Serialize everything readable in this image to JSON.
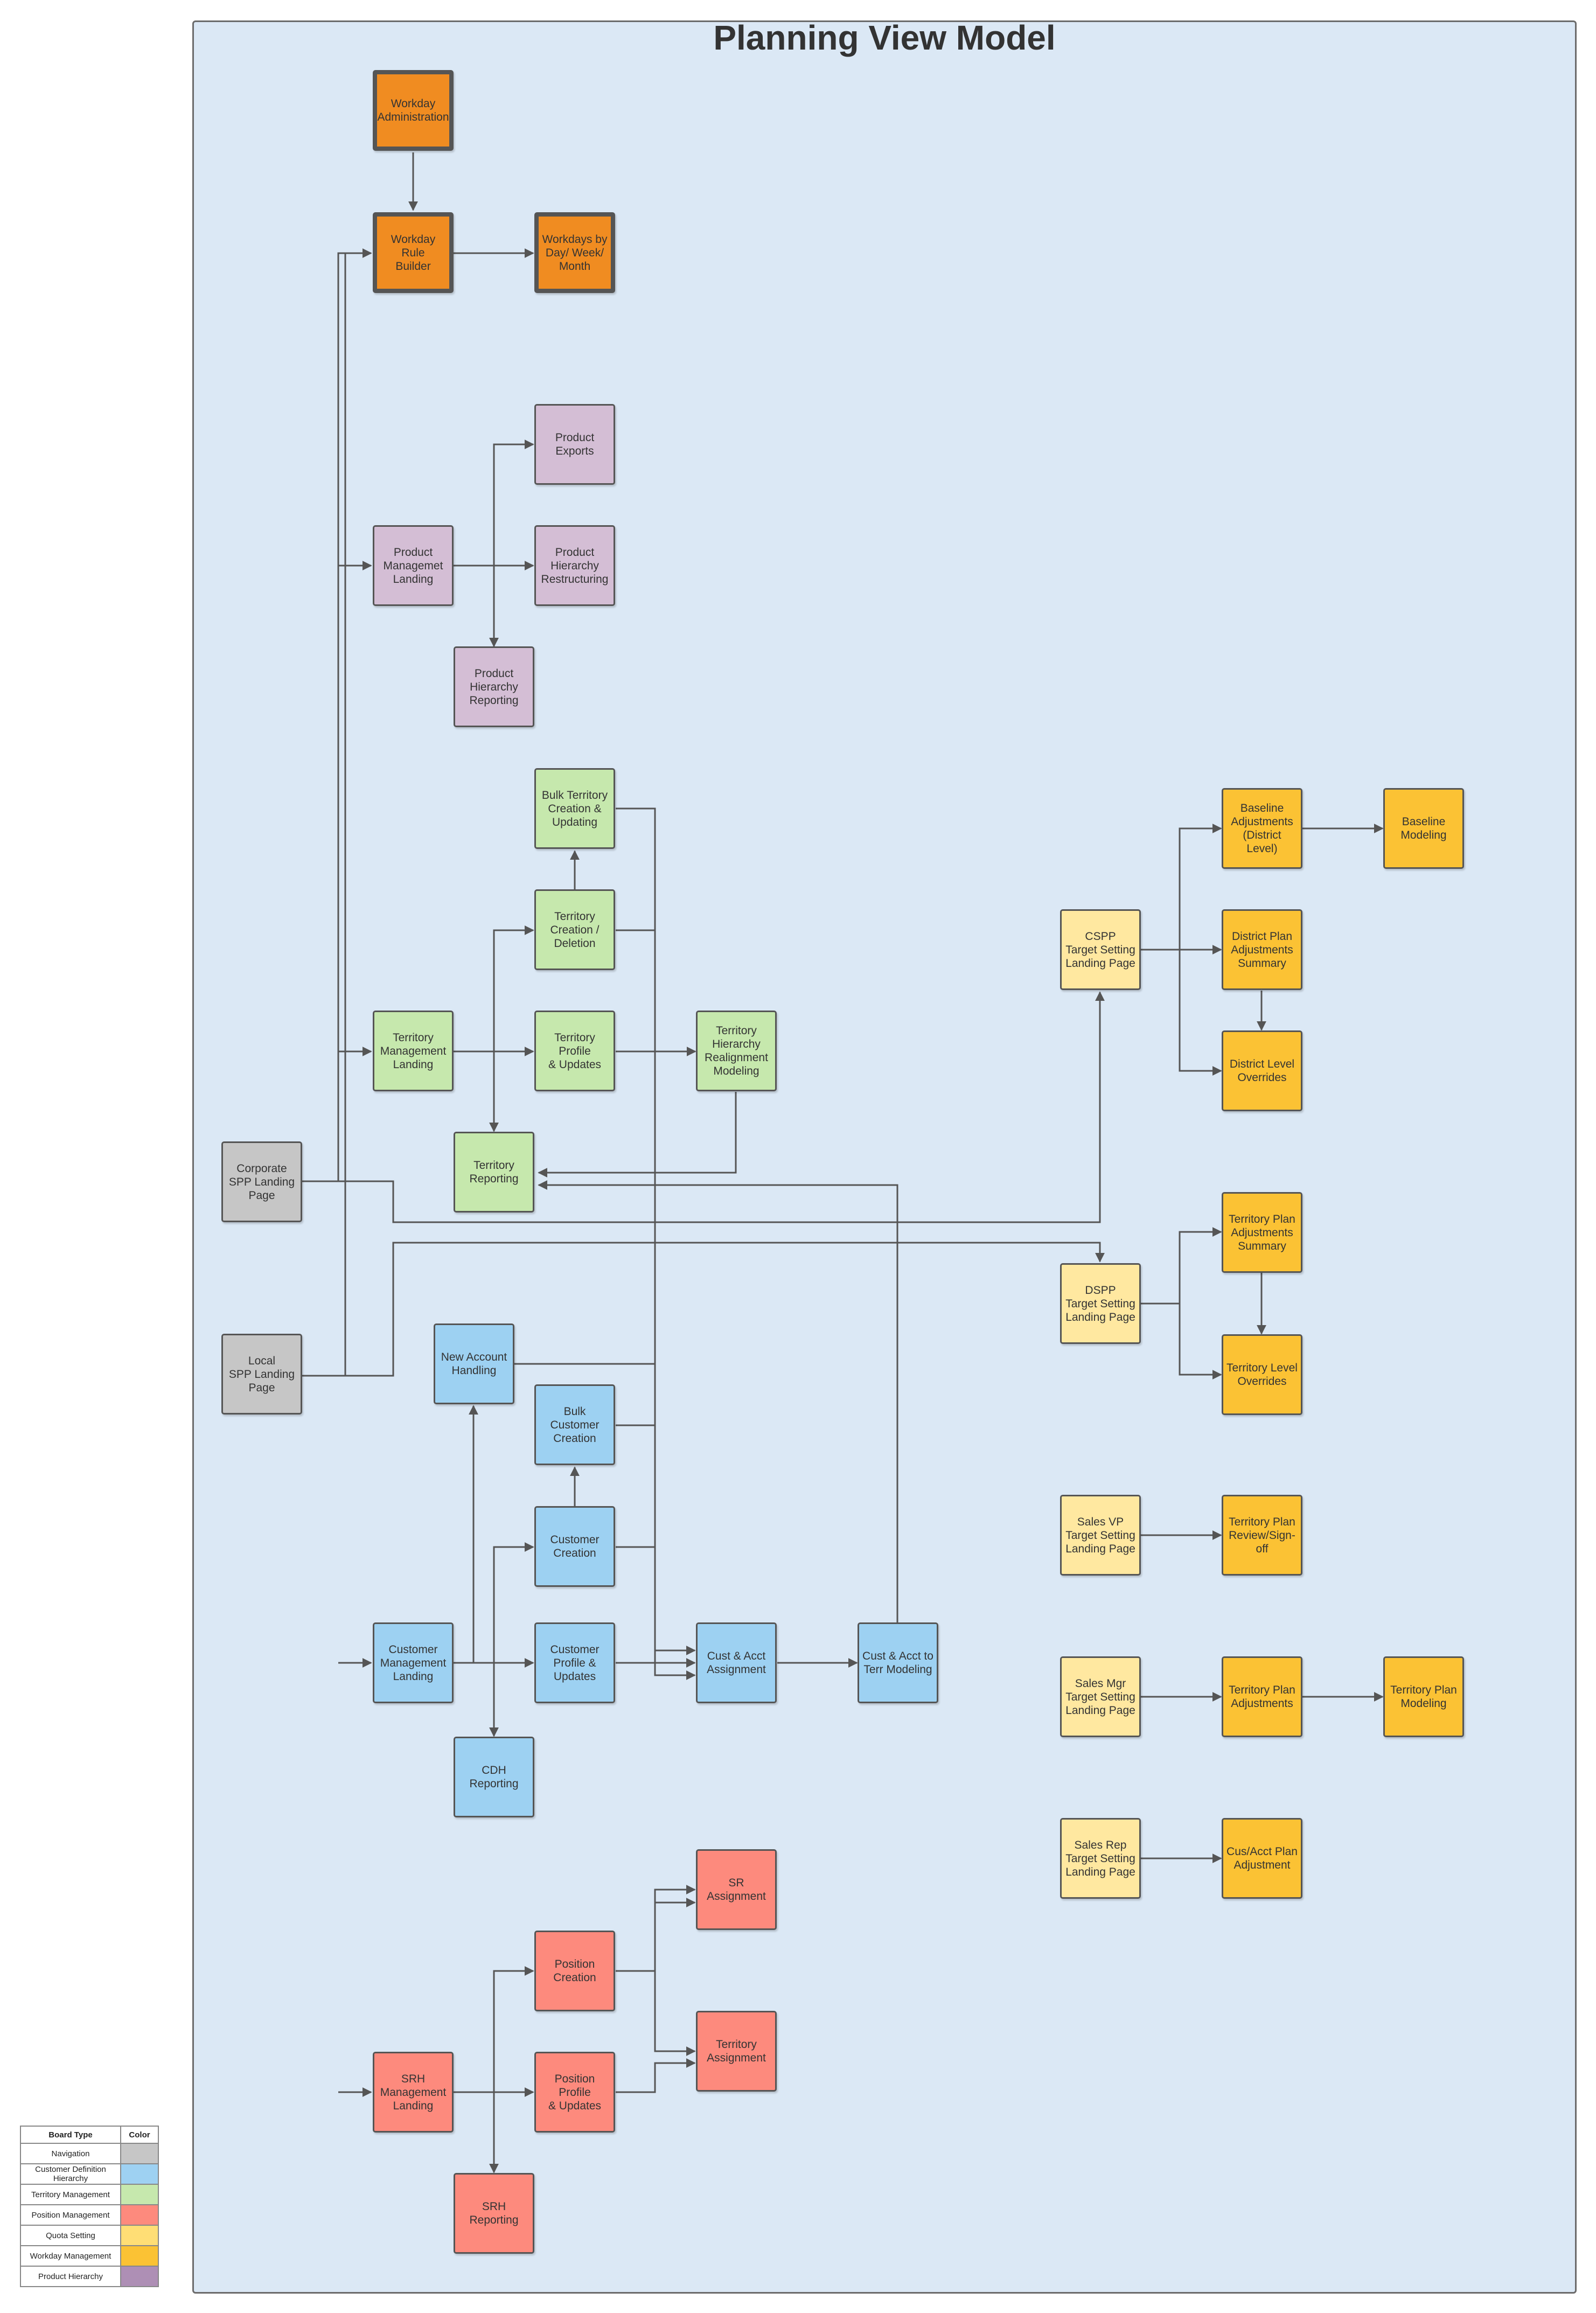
{
  "title": "Planning View Model",
  "colors": {
    "nav": "#c6c6c6",
    "cdh": "#9dd1f2",
    "territory": "#c6e8ad",
    "position": "#fd8a7d",
    "quota_light": "#ffe8a0",
    "quota": "#fbc234",
    "workday": "#f08c21",
    "product": "#d4bed5",
    "legend_cdh": "#9ed1f2",
    "legend_quota": "#ffde75",
    "legend_product": "#ae8fb5"
  },
  "nodes": {
    "workday_admin": "Workday\nAdministration",
    "workday_rule": "Workday Rule\nBuilder",
    "workdays_by": "Workdays by\nDay/ Week/\nMonth",
    "product_exports": "Product\nExports",
    "product_landing": "Product\nManagemet\nLanding",
    "product_restructuring": "Product\nHierarchy\nRestructuring",
    "product_reporting": "Product\nHierarchy\nReporting",
    "bulk_territory": "Bulk Territory\nCreation &\nUpdating",
    "territory_creation": "Territory\nCreation /\nDeletion",
    "territory_landing": "Territory\nManagement\nLanding",
    "territory_profile": "Territory Profile\n& Updates",
    "territory_realignment": "Territory\nHierarchy\nRealignment\nModeling",
    "territory_reporting": "Territory\nReporting",
    "corporate_spp": "Corporate\nSPP Landing\nPage",
    "local_spp": "Local\nSPP Landing\nPage",
    "new_account": "New Account\nHandling",
    "bulk_customer": "Bulk Customer\nCreation",
    "customer_creation": "Customer\nCreation",
    "customer_landing": "Customer\nManagement\nLanding",
    "customer_profile": "Customer\nProfile &\nUpdates",
    "cust_acct_assign": "Cust & Acct\nAssignment",
    "cust_acct_terr": "Cust & Acct to\nTerr Modeling",
    "cdh_reporting": "CDH\nReporting",
    "sr_assignment": "SR\nAssignment",
    "position_creation": "Position\nCreation",
    "territory_assignment": "Territory\nAssignment",
    "srh_landing": "SRH\nManagement\nLanding",
    "position_profile": "Position Profile\n& Updates",
    "srh_reporting": "SRH Reporting",
    "cspp": "CSPP\nTarget Setting\nLanding Page",
    "baseline_adj": "Baseline\nAdjustments\n(District Level)",
    "baseline_model": "Baseline\nModeling",
    "district_summary": "District Plan\nAdjustments\nSummary",
    "district_overrides": "District Level\nOverrides",
    "dspp": "DSPP\nTarget Setting\nLanding Page",
    "terr_plan_summary": "Territory Plan\nAdjustments\nSummary",
    "terr_overrides": "Territory Level\nOverrides",
    "sales_vp": "Sales VP\nTarget Setting\nLanding Page",
    "terr_review": "Territory Plan\nReview/Sign-off",
    "sales_mgr": "Sales Mgr\nTarget Setting\nLanding Page",
    "terr_plan_adj": "Territory Plan\nAdjustments",
    "terr_plan_model": "Territory Plan\nModeling",
    "sales_rep": "Sales Rep\nTarget Setting\nLanding Page",
    "cus_acct_plan": "Cus/Acct Plan\nAdjustment"
  },
  "legend": {
    "header_type": "Board Type",
    "header_color": "Color",
    "rows": [
      {
        "label": "Navigation"
      },
      {
        "label": "Customer Definition Hierarchy"
      },
      {
        "label": "Territory Management"
      },
      {
        "label": "Position Management"
      },
      {
        "label": "Quota Setting"
      },
      {
        "label": "Workday Management"
      },
      {
        "label": "Product Hierarchy"
      }
    ]
  }
}
